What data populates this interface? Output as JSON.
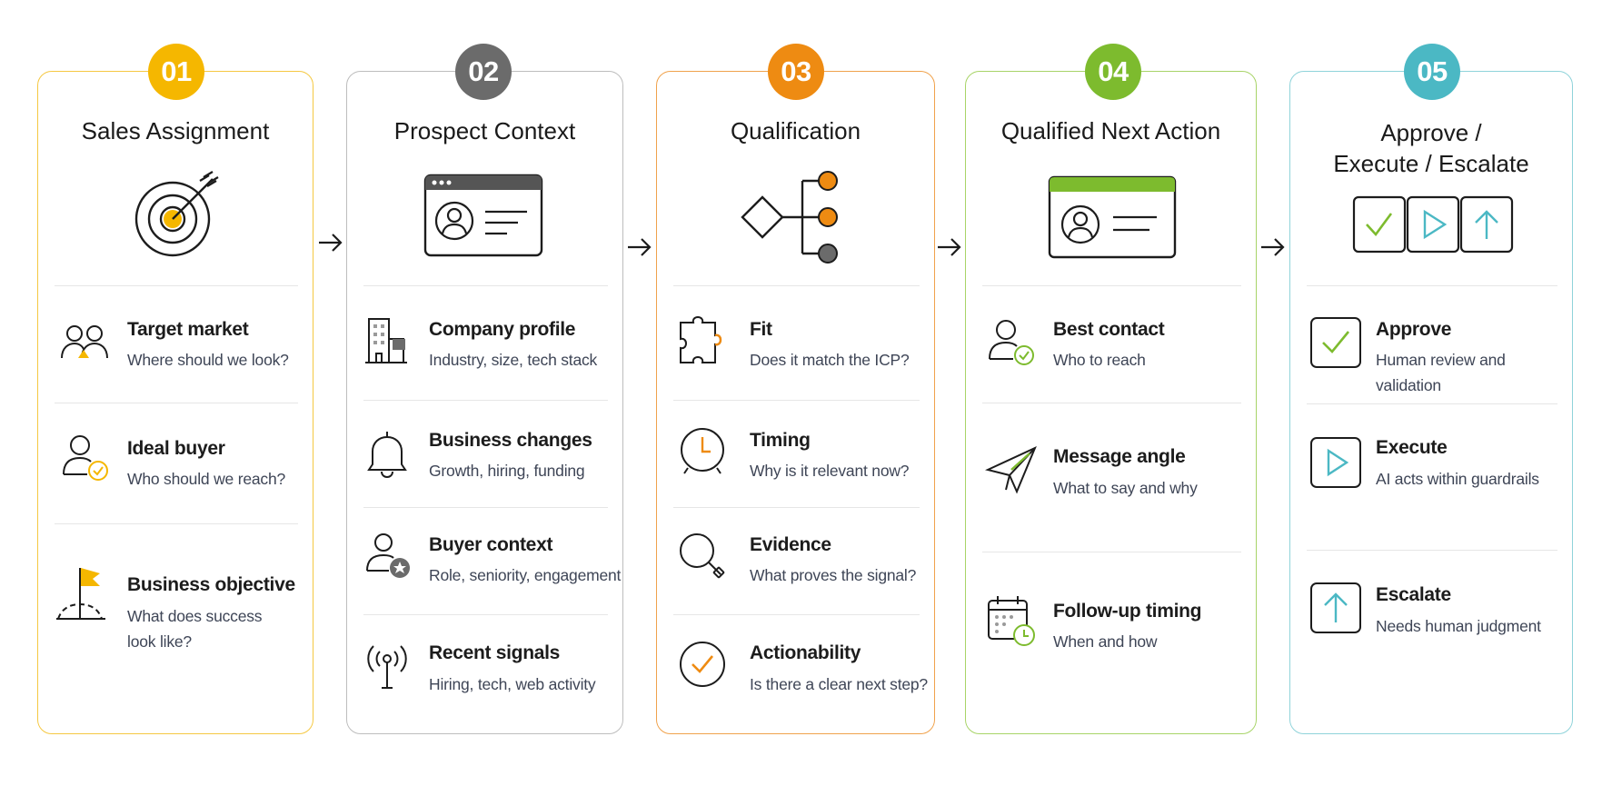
{
  "colors": {
    "step1": "#F5B700",
    "step2": "#6B6B6B",
    "step3": "#EE8B12",
    "step4": "#7DBB2E",
    "step5": "#4BB8C4",
    "ink": "#1c1c1c"
  },
  "steps": [
    {
      "number": "01",
      "title": "Sales Assignment",
      "hero_icon": "target-arrow-icon",
      "items": [
        {
          "icon": "people-icon",
          "label": "Target market",
          "sub": "Where should we look?"
        },
        {
          "icon": "person-check-icon",
          "label": "Ideal buyer",
          "sub": "Who should we reach?"
        },
        {
          "icon": "flag-icon",
          "label": "Business objective",
          "sub": "What does success\nlook like?"
        }
      ]
    },
    {
      "number": "02",
      "title": "Prospect Context",
      "hero_icon": "profile-window-icon",
      "items": [
        {
          "icon": "building-icon",
          "label": "Company profile",
          "sub": "Industry, size, tech stack"
        },
        {
          "icon": "bell-icon",
          "label": "Business changes",
          "sub": "Growth, hiring, funding"
        },
        {
          "icon": "person-star-icon",
          "label": "Buyer context",
          "sub": "Role, seniority, engagement"
        },
        {
          "icon": "signal-antenna-icon",
          "label": "Recent signals",
          "sub": "Hiring, tech, web activity"
        }
      ]
    },
    {
      "number": "03",
      "title": "Qualification",
      "hero_icon": "decision-tree-icon",
      "items": [
        {
          "icon": "puzzle-icon",
          "label": "Fit",
          "sub": "Does it match the ICP?"
        },
        {
          "icon": "alarm-clock-icon",
          "label": "Timing",
          "sub": "Why is it relevant now?"
        },
        {
          "icon": "magnifier-icon",
          "label": "Evidence",
          "sub": "What proves the signal?"
        },
        {
          "icon": "check-circle-icon",
          "label": "Actionability",
          "sub": "Is there a clear next step?"
        }
      ]
    },
    {
      "number": "04",
      "title": "Qualified Next Action",
      "hero_icon": "contact-card-window-icon",
      "items": [
        {
          "icon": "person-check-icon",
          "label": "Best contact",
          "sub": "Who to reach"
        },
        {
          "icon": "paper-plane-icon",
          "label": "Message angle",
          "sub": "What to say and why"
        },
        {
          "icon": "calendar-clock-icon",
          "label": "Follow-up timing",
          "sub": "When and how"
        }
      ]
    },
    {
      "number": "05",
      "title": "Approve /\nExecute / Escalate",
      "hero_icon": "check-play-up-icon",
      "items": [
        {
          "icon": "check-box-icon",
          "label": "Approve",
          "sub": "Human review and validation"
        },
        {
          "icon": "play-box-icon",
          "label": "Execute",
          "sub": "AI acts within guardrails"
        },
        {
          "icon": "up-arrow-box-icon",
          "label": "Escalate",
          "sub": "Needs human judgment"
        }
      ]
    }
  ]
}
